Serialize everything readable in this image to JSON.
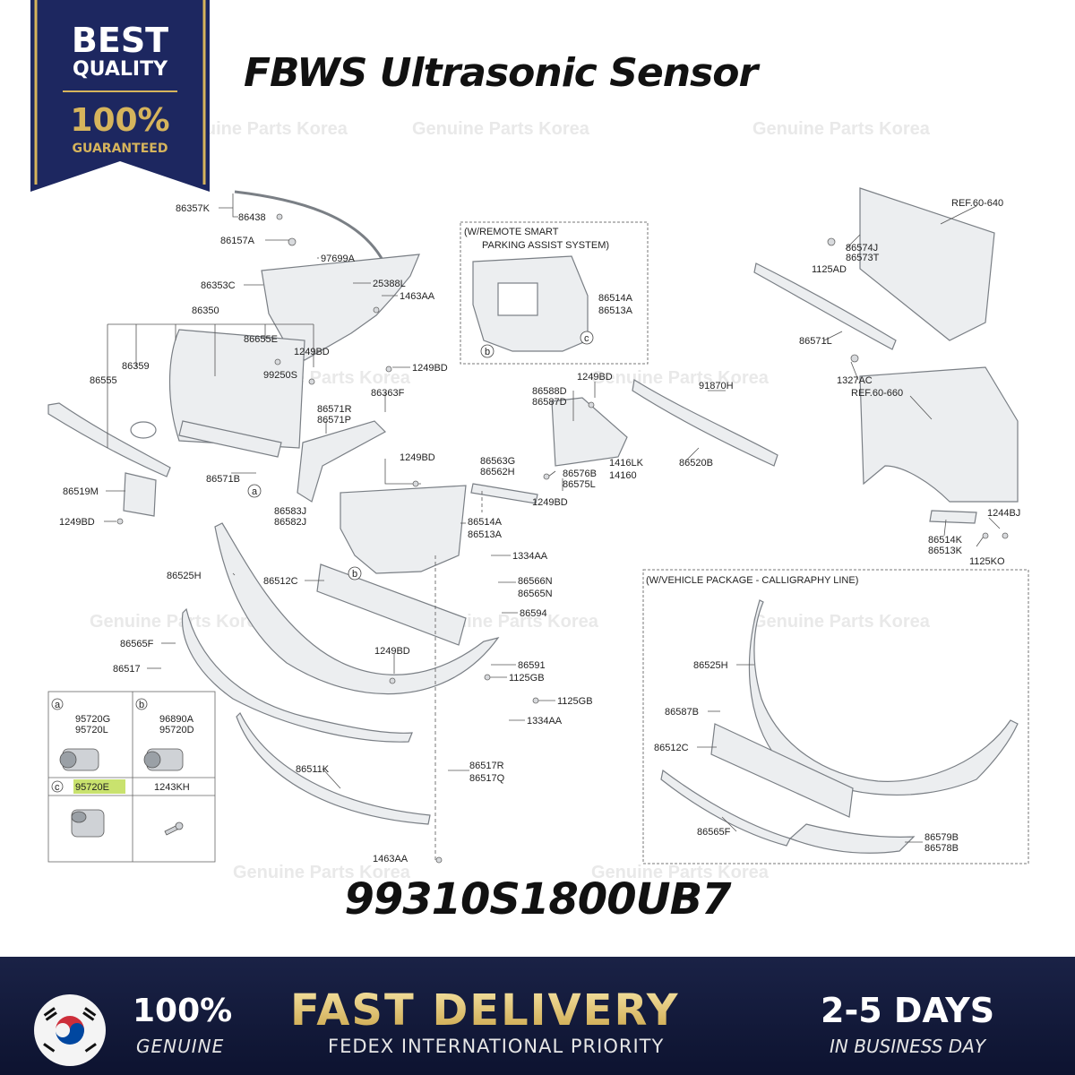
{
  "badge": {
    "line1": "BEST",
    "line2": "QUALITY",
    "line3": "100%",
    "line4": "GUARANTEED"
  },
  "header": {
    "title": "FBWS Ultrasonic Sensor"
  },
  "watermark": {
    "text": "Genuine Parts Korea"
  },
  "diagram": {
    "box_remote_line1": "(W/REMOTE SMART",
    "box_remote_line2": "PARKING ASSIST SYSTEM)",
    "box_calligraphy": "(W/VEHICLE PACKAGE - CALLIGRAPHY LINE)",
    "labels": [
      "86357K",
      "86438",
      "86157A",
      "97699A",
      "86353C",
      "25388L",
      "1463AA",
      "86350",
      "86655E",
      "1249BD",
      "86359",
      "86555",
      "99250S",
      "1249BD",
      "86363F",
      "86571R",
      "86571P",
      "86571B",
      "86583J",
      "86582J",
      "86519M",
      "1249BD",
      "1249BD",
      "86525H",
      "86514A",
      "86513A",
      "86512C",
      "86565F",
      "86517",
      "1249BD",
      "86511K",
      "86514A",
      "86513A",
      "86588D",
      "86587D",
      "1249BD",
      "86563G",
      "86562H",
      "1249BD",
      "86576B",
      "86575L",
      "1416LK",
      "14160",
      "1334AA",
      "86566N",
      "86565N",
      "86594",
      "86591",
      "1125GB",
      "1125GB",
      "1334AA",
      "86517R",
      "86517Q",
      "1463AA",
      "91870H",
      "86520B",
      "REF.60-640",
      "86574J",
      "86573T",
      "1125AD",
      "86571L",
      "1327AC",
      "REF.60-660",
      "1244BJ",
      "86514K",
      "86513K",
      "1125KO",
      "86525H",
      "86587B",
      "86512C",
      "86565F",
      "86579B",
      "86578B"
    ],
    "callouts": [
      "a",
      "b",
      "c",
      "b",
      "a"
    ]
  },
  "legend": {
    "col_a_key": "a",
    "col_b_key": "b",
    "col_c_key": "c",
    "a_part1": "95720G",
    "a_part2": "95720L",
    "b_part1": "96890A",
    "b_part2": "95720D",
    "c_part": "95720E",
    "c_highlight_color": "#c9e26e",
    "screw_part": "1243KH"
  },
  "part_number": "99310S1800UB7",
  "footer": {
    "genuine_big": "100%",
    "genuine_small": "GENUINE",
    "delivery_big": "FAST DELIVERY",
    "delivery_small": "FEDEX INTERNATIONAL PRIORITY",
    "days_big": "2-5 DAYS",
    "days_small": "IN BUSINESS DAY"
  },
  "colors": {
    "badge_navy": "#1d2760",
    "gold": "#d6b45c",
    "footer_navy": "#141b3c"
  }
}
